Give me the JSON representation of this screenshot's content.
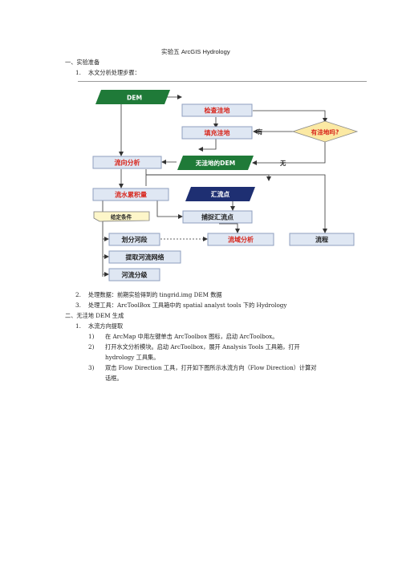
{
  "title": "实验五  ArcGIS Hydrology",
  "section1": {
    "heading": "一、实验准备",
    "items": [
      {
        "num": "1.",
        "text": "水文分析处理步骤："
      },
      {
        "num": "2.",
        "text": "处理数据：前期实验得到的 tingrid.img DEM 数据"
      },
      {
        "num": "3.",
        "text": "处理工具：ArcToolBox 工具箱中的 spatial analyst tools 下的 Hydrology"
      }
    ]
  },
  "diagram": {
    "dem": "DEM",
    "check_sink": "检查洼地",
    "fill_sink": "填充洼地",
    "has_label": "有",
    "decision": "有洼地吗?",
    "no_label": "无",
    "flow_direction": "流向分析",
    "no_sink_dem": "无洼地的DEM",
    "flow_accumulation": "流水累积量",
    "pour_point": "汇流点",
    "condition": "给定条件",
    "snap_pour": "捕捉汇流点",
    "stream_define": "划分河段",
    "watershed": "流域分析",
    "flow_length": "流程",
    "stream_network": "提取河流网络",
    "stream_order": "河流分级",
    "colors": {
      "box_fill": "#dfe7f3",
      "box_border": "#8f9fbf",
      "box_text": "#d8261c",
      "green": "#1f7a38",
      "navy": "#1e2f72",
      "diamond_fill": "#fbe9a3",
      "note_fill": "#fdf6c9"
    }
  },
  "section2": {
    "heading": "二、无洼地 DEM 生成",
    "items": [
      {
        "num": "1.",
        "text": "水流方向提取"
      }
    ],
    "subitems": [
      {
        "num": "1)",
        "lines": [
          "在  ArcMap  中用左键单击  ArcToolbox 图标，启动  ArcToolbox。"
        ]
      },
      {
        "num": "2)",
        "lines": [
          "打开水文分析模块。启动    ArcToolbox，展开    Analysis   Tools   工具箱，打开",
          "hydrology 工具集。"
        ]
      },
      {
        "num": "3)",
        "lines": [
          "双击  Flow Direction  工具，打开如下图所示水流方向（Flow Direction）计算对",
          "话框。"
        ]
      }
    ]
  }
}
